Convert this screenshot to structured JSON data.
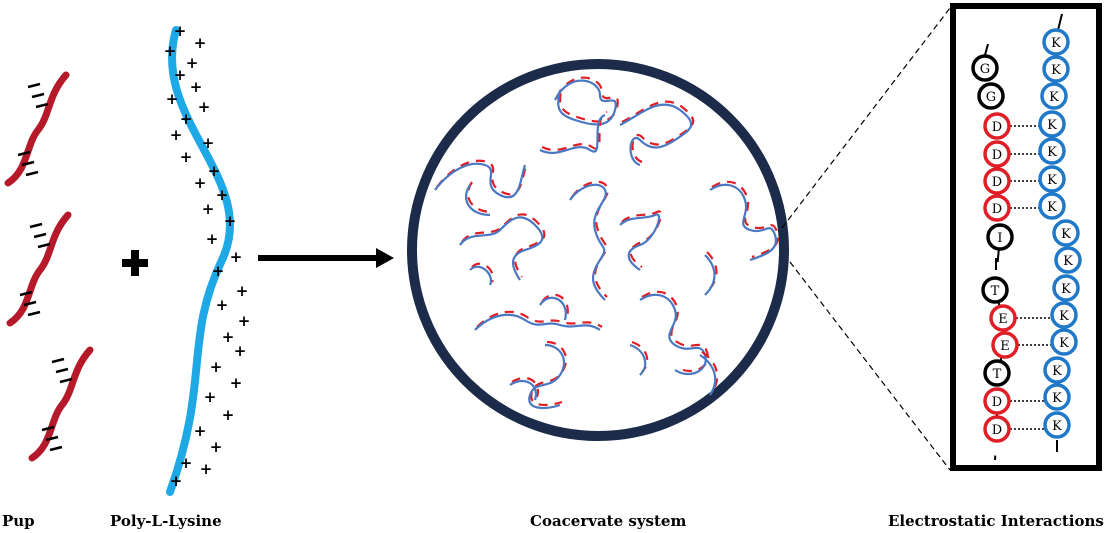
{
  "labels": {
    "pup": "Pup",
    "pll": "Poly-L-Lysine",
    "coacervate": "Coacervate system",
    "electrostatic": "Electrostatic Interactions"
  },
  "colors": {
    "pup_chain": "#b5192a",
    "pll_chain": "#1ea8e6",
    "circle_border": "#1c2b4a",
    "coil_blue": "#4a78c2",
    "coil_red": "#e01e26",
    "residue_black": "#000000",
    "residue_red": "#e01e26",
    "residue_blue": "#1f78c8"
  },
  "symbols": {
    "plus": "✚",
    "charge_plus": "+"
  },
  "pup_residues": [
    {
      "letter": "G",
      "type": "neutral"
    },
    {
      "letter": "G",
      "type": "neutral"
    },
    {
      "letter": "D",
      "type": "acidic"
    },
    {
      "letter": "D",
      "type": "acidic"
    },
    {
      "letter": "D",
      "type": "acidic"
    },
    {
      "letter": "D",
      "type": "acidic"
    },
    {
      "letter": "I",
      "type": "neutral"
    },
    {
      "letter": "T",
      "type": "neutral"
    },
    {
      "letter": "E",
      "type": "acidic"
    },
    {
      "letter": "E",
      "type": "acidic"
    },
    {
      "letter": "T",
      "type": "neutral"
    },
    {
      "letter": "D",
      "type": "acidic"
    },
    {
      "letter": "D",
      "type": "acidic"
    }
  ],
  "lysine_residues": [
    "K",
    "K",
    "K",
    "K",
    "K",
    "K",
    "K",
    "K",
    "K",
    "K",
    "K",
    "K",
    "K",
    "K",
    "K"
  ]
}
